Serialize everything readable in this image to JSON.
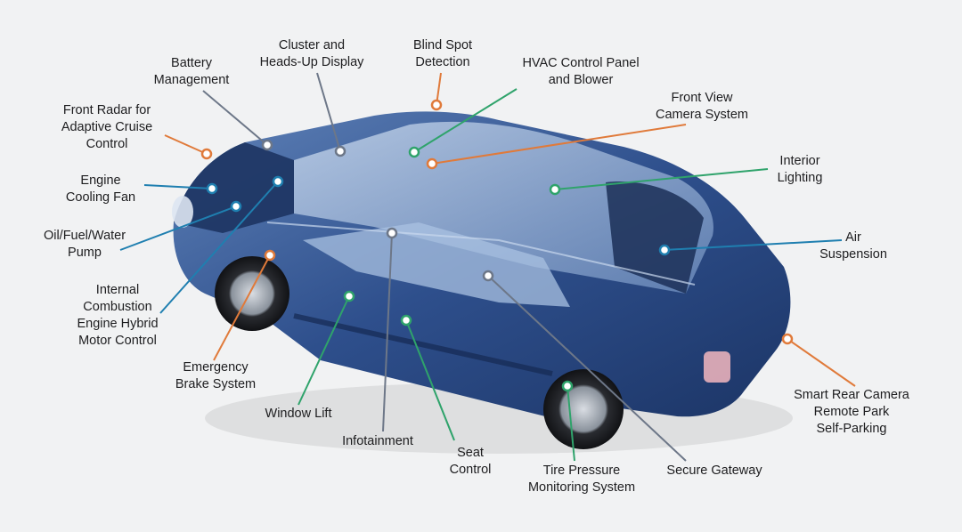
{
  "colors": {
    "background": "#f1f2f3",
    "leader_blue": "#1f7fb0",
    "leader_green": "#2fa36b",
    "leader_orange": "#e07a3a",
    "leader_gray": "#6d7788",
    "car_body": "#2b4f8f",
    "car_glass": "#8fb0d8"
  },
  "diagram": {
    "subject": "car-icon",
    "labels": [
      {
        "id": "battery",
        "text": "Battery\nManagement",
        "color": "gray"
      },
      {
        "id": "cluster",
        "text": "Cluster and\nHeads-Up Display",
        "color": "gray"
      },
      {
        "id": "blind",
        "text": "Blind Spot\nDetection",
        "color": "orange"
      },
      {
        "id": "hvac",
        "text": "HVAC Control Panel\nand Blower",
        "color": "green"
      },
      {
        "id": "frontview",
        "text": "Front View\nCamera System",
        "color": "orange"
      },
      {
        "id": "frontradar",
        "text": "Front Radar for\nAdaptive Cruise\nControl",
        "color": "orange"
      },
      {
        "id": "coolingfan",
        "text": "Engine\nCooling Fan",
        "color": "blue"
      },
      {
        "id": "pump",
        "text": "Oil/Fuel/Water\nPump",
        "color": "blue"
      },
      {
        "id": "ice",
        "text": "Internal\nCombustion\nEngine Hybrid\nMotor Control",
        "color": "blue"
      },
      {
        "id": "emergency",
        "text": "Emergency\nBrake System",
        "color": "orange"
      },
      {
        "id": "window",
        "text": "Window Lift",
        "color": "green"
      },
      {
        "id": "infotainment",
        "text": "Infotainment",
        "color": "gray"
      },
      {
        "id": "seat",
        "text": "Seat\nControl",
        "color": "green"
      },
      {
        "id": "tpms",
        "text": "Tire Pressure\nMonitoring System",
        "color": "green"
      },
      {
        "id": "gateway",
        "text": "Secure Gateway",
        "color": "gray"
      },
      {
        "id": "rearcam",
        "text": "Smart Rear Camera\nRemote Park\nSelf-Parking",
        "color": "orange"
      },
      {
        "id": "interior",
        "text": "Interior\nLighting",
        "color": "green"
      },
      {
        "id": "air",
        "text": "Air\nSuspension",
        "color": "blue"
      }
    ]
  }
}
